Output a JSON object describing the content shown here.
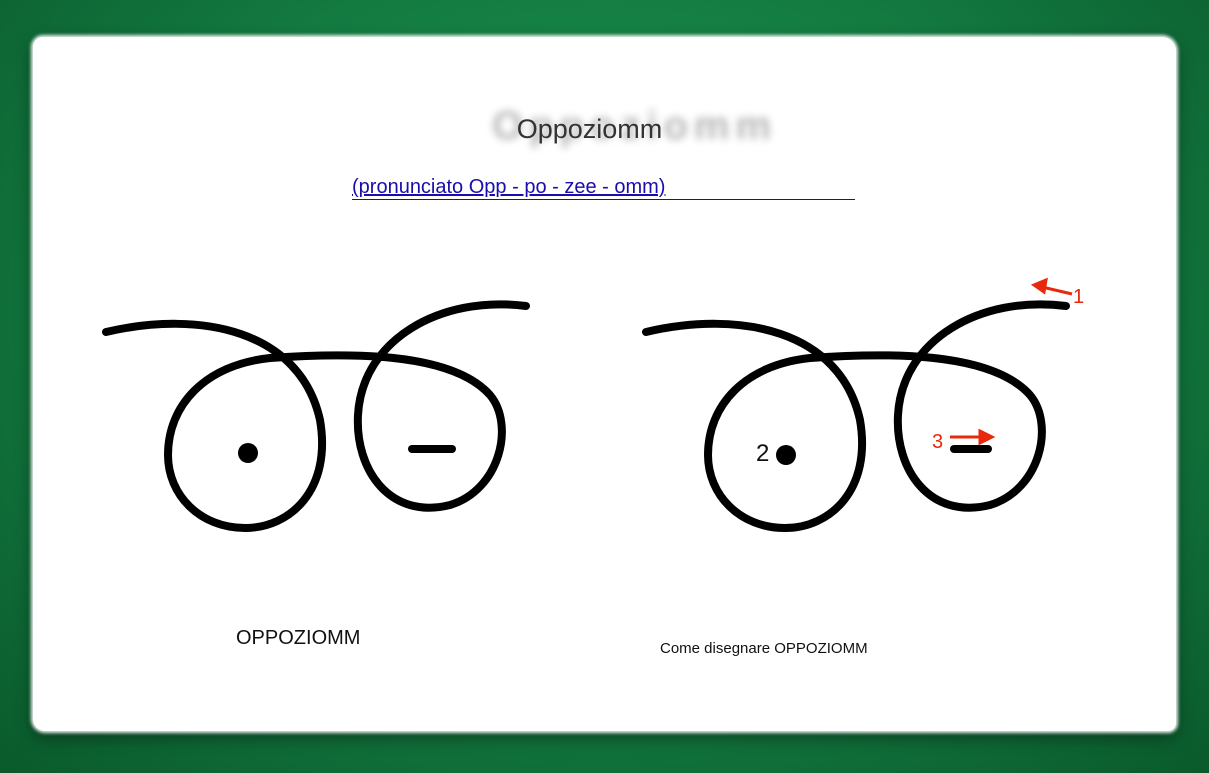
{
  "title": "Oppoziomm",
  "subtitle": "(pronunciato Opp - po - zee - omm)",
  "caption_left": "OPPOZIOMM",
  "caption_right": "Come disegnare OPPOZIOMM",
  "step_labels": {
    "one": "1",
    "two": "2",
    "three": "3"
  },
  "colors": {
    "background": "#137a40",
    "stroke": "#000000",
    "accent": "#e8290b",
    "link": "#1a0dab"
  }
}
